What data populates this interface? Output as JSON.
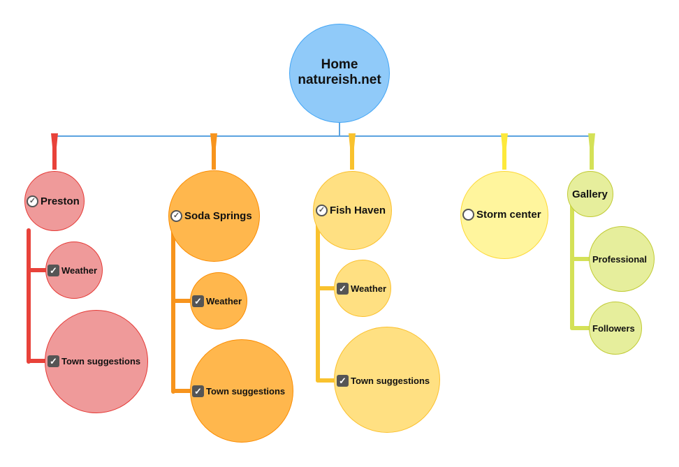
{
  "home": {
    "title": "Home",
    "subtitle": "natureish.net",
    "color": "#90caf9",
    "border": "#42a5f5",
    "connector_color": "#5ba3e0"
  },
  "branches": [
    {
      "id": "preston",
      "label": "Preston",
      "status": "checked",
      "color": "#ef9a9a",
      "border": "#e53935",
      "line": "#e8423a",
      "children": [
        {
          "label": "Weather",
          "status": "checked"
        },
        {
          "label": "Town suggestions",
          "status": "checked"
        }
      ]
    },
    {
      "id": "soda-springs",
      "label": "Soda Springs",
      "status": "checked",
      "color": "#ffb74d",
      "border": "#fb8c00",
      "line": "#f7941d",
      "children": [
        {
          "label": "Weather",
          "status": "checked"
        },
        {
          "label": "Town suggestions",
          "status": "checked"
        }
      ]
    },
    {
      "id": "fish-haven",
      "label": "Fish Haven",
      "status": "checked",
      "color": "#ffe082",
      "border": "#fbc02d",
      "line": "#f9c22e",
      "children": [
        {
          "label": "Weather",
          "status": "checked"
        },
        {
          "label": "Town suggestions",
          "status": "checked"
        }
      ]
    },
    {
      "id": "storm-center",
      "label": "Storm center",
      "status": "unchecked",
      "color": "#fff59d",
      "border": "#fdd835",
      "line": "#fde93b",
      "children": []
    },
    {
      "id": "gallery",
      "label": "Gallery",
      "status": "none",
      "color": "#e6ee9c",
      "border": "#c0ca33",
      "line": "#d4e157",
      "children": [
        {
          "label": "Professional",
          "status": "none"
        },
        {
          "label": "Followers",
          "status": "none"
        }
      ]
    }
  ]
}
